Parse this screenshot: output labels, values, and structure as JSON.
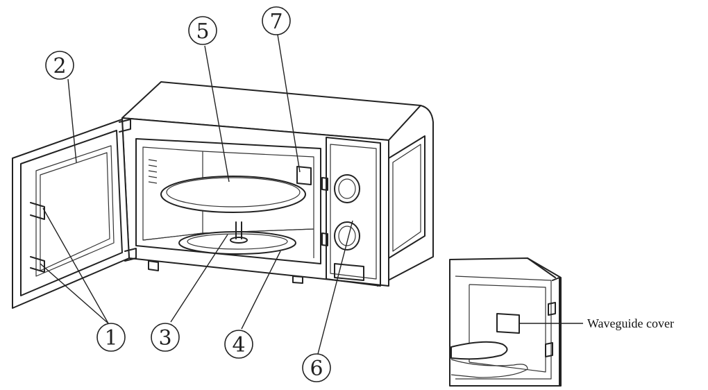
{
  "callouts": [
    {
      "id": "1",
      "label": "1"
    },
    {
      "id": "2",
      "label": "2"
    },
    {
      "id": "3",
      "label": "3"
    },
    {
      "id": "4",
      "label": "4"
    },
    {
      "id": "5",
      "label": "5"
    },
    {
      "id": "6",
      "label": "6"
    },
    {
      "id": "7",
      "label": "7"
    }
  ],
  "inset": {
    "label": "Waveguide cover"
  }
}
